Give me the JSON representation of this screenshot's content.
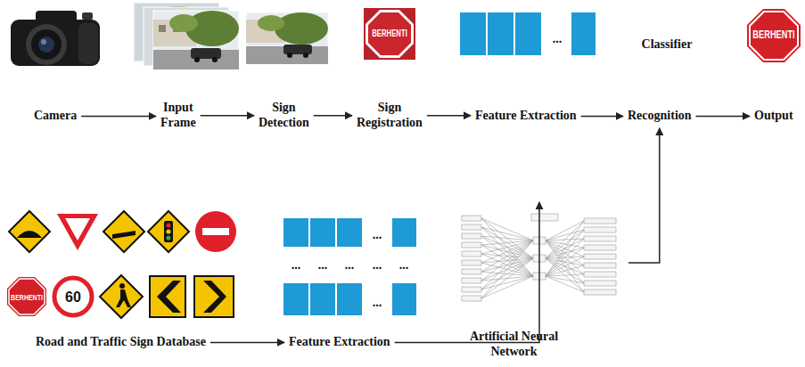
{
  "diagram": {
    "nodes": [
      {
        "text": [
          "Camera"
        ]
      },
      {
        "text": [
          "Input Frame"
        ]
      },
      {
        "text": [
          "Sign Detection"
        ]
      },
      {
        "text": [
          "Sign Registration"
        ]
      },
      {
        "text": [
          "Feature Extraction"
        ]
      },
      {
        "text": [
          "Recognition"
        ]
      },
      {
        "text": [
          "Output"
        ]
      },
      {
        "text": [
          "Road and Traffic Sign Database"
        ]
      },
      {
        "text": [
          "Feature Extraction"
        ]
      },
      {
        "text": [
          "Artificial Neural Network"
        ]
      }
    ],
    "edges": [
      {
        "from": 0,
        "to": 1,
        "arrow": "to"
      },
      {
        "from": 1,
        "to": 2,
        "arrow": "to"
      },
      {
        "from": 2,
        "to": 3,
        "arrow": "to"
      },
      {
        "from": 3,
        "to": 4,
        "arrow": "to"
      },
      {
        "from": 4,
        "to": 5,
        "arrow": "to"
      },
      {
        "from": 5,
        "to": 6,
        "arrow": "to"
      },
      {
        "from": 7,
        "to": 8,
        "arrow": "to"
      },
      {
        "from": 8,
        "to": 9,
        "arrow": "to"
      },
      {
        "from": 9,
        "to": 5,
        "arrow": "to"
      }
    ],
    "labels": [
      "Classifier",
      "BERHENTI",
      "...",
      "BERHENTI",
      "BERHENTI",
      "60",
      "...",
      "...",
      "...",
      "...",
      "...",
      "...",
      "..."
    ]
  }
}
